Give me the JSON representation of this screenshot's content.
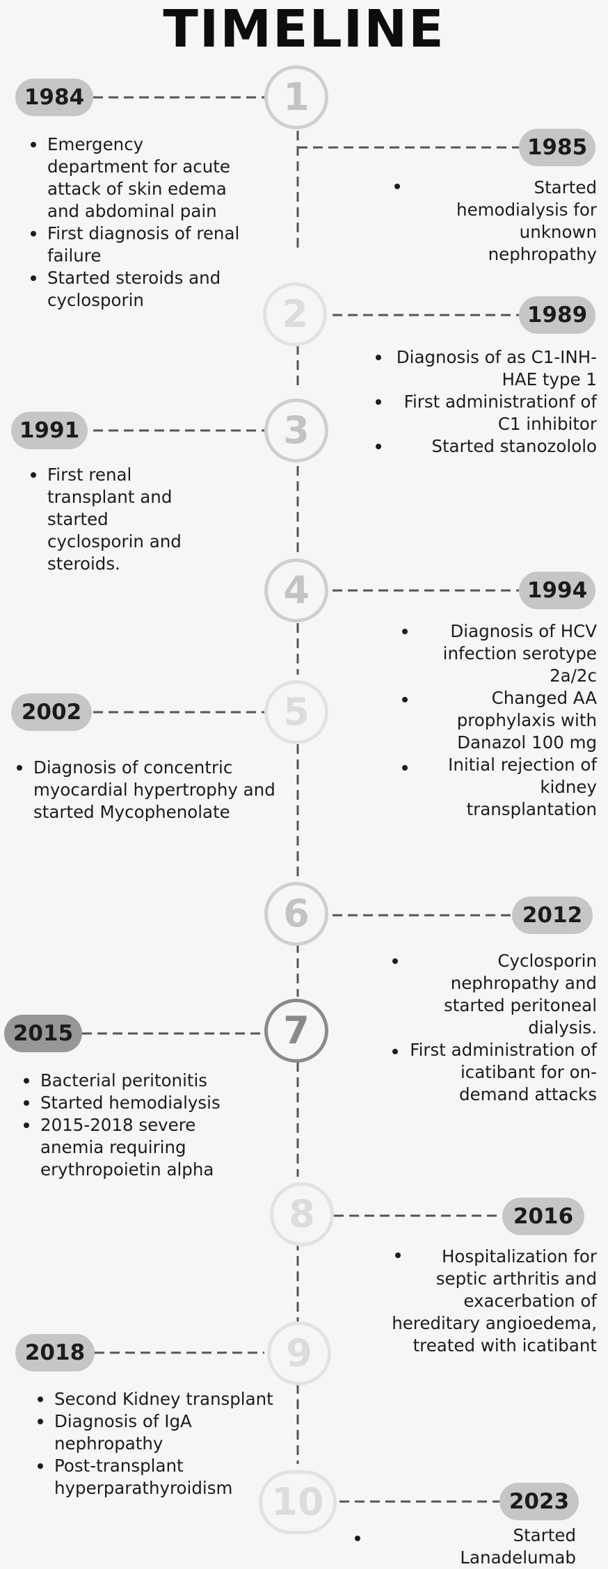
{
  "title": "TIMELINE",
  "events": [
    {
      "number": "1",
      "year": "1984",
      "items": [
        "Emergency department for acute attack of skin edema and abdominal pain",
        "First diagnosis of renal failure",
        "Started steroids and cyclosporin"
      ]
    },
    {
      "number": "",
      "year": "1985",
      "items": [
        "Started hemodialysis for unknown nephropathy"
      ]
    },
    {
      "number": "2",
      "year": "1989",
      "items": [
        "Diagnosis of as  C1-INH-HAE type 1",
        "First administrationf of C1 inhibitor",
        "Started stanozololo"
      ]
    },
    {
      "number": "3",
      "year": "1991",
      "items": [
        "First renal transplant and started cyclosporin and steroids."
      ]
    },
    {
      "number": "4",
      "year": "1994",
      "items": [
        "Diagnosis of HCV infection serotype 2a/2c",
        "Changed AA prophylaxis with Danazol 100 mg",
        "Initial rejection of kidney transplantation"
      ]
    },
    {
      "number": "5",
      "year": "2002",
      "items": [
        "Diagnosis of concentric myocardial hypertrophy and started Mycophenolate"
      ]
    },
    {
      "number": "6",
      "year": "2012",
      "items": [
        "Cyclosporin nephropathy and started peritoneal dialysis.",
        "First administration of icatibant for on-demand attacks"
      ]
    },
    {
      "number": "7",
      "year": "2015",
      "items": [
        "Bacterial peritonitis",
        "Started hemodialysis",
        "2015-2018 severe anemia requiring erythropoietin alpha"
      ]
    },
    {
      "number": "8",
      "year": "2016",
      "items": [
        "Hospitalization for septic arthritis and exacerbation of hereditary angioedema, treated with icatibant"
      ]
    },
    {
      "number": "9",
      "year": "2018",
      "items": [
        "Second Kidney transplant",
        "Diagnosis of IgA nephropathy",
        "Post-transplant hyperparathyroidism"
      ]
    },
    {
      "number": "10",
      "year": "2023",
      "items": [
        "Started Lanadelumab"
      ]
    }
  ]
}
